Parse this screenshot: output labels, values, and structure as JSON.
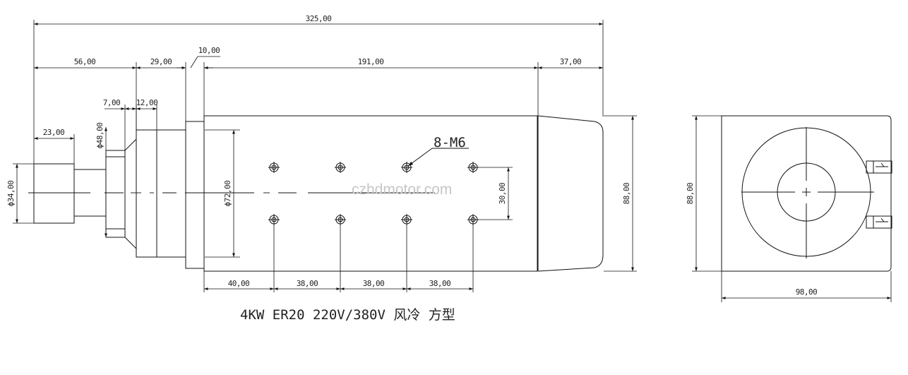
{
  "dims": {
    "overall_length": "325,00",
    "rear_section": "56,00",
    "flange_section": "29,00",
    "flange_thickness": "10,00",
    "body_length": "191,00",
    "cap_length": "37,00",
    "collet_length": "23,00",
    "nut_gap": "7,00",
    "nose_length": "12,00",
    "nose_dia": "ϕ48,00",
    "collet_dia": "ϕ34,00",
    "body_dia": "ϕ72,00",
    "hole_vspace": "30,00",
    "body_height": "88,00",
    "end_height": "88,00",
    "end_width": "98,00",
    "hole_offset": "40,00",
    "hole_space_1": "38,00",
    "hole_space_2": "38,00",
    "hole_space_3": "38,00"
  },
  "callout": {
    "holes": "8-M6"
  },
  "title": "4KW ER20 220V/380V 风冷 方型",
  "watermark": "czhdmotor.com"
}
